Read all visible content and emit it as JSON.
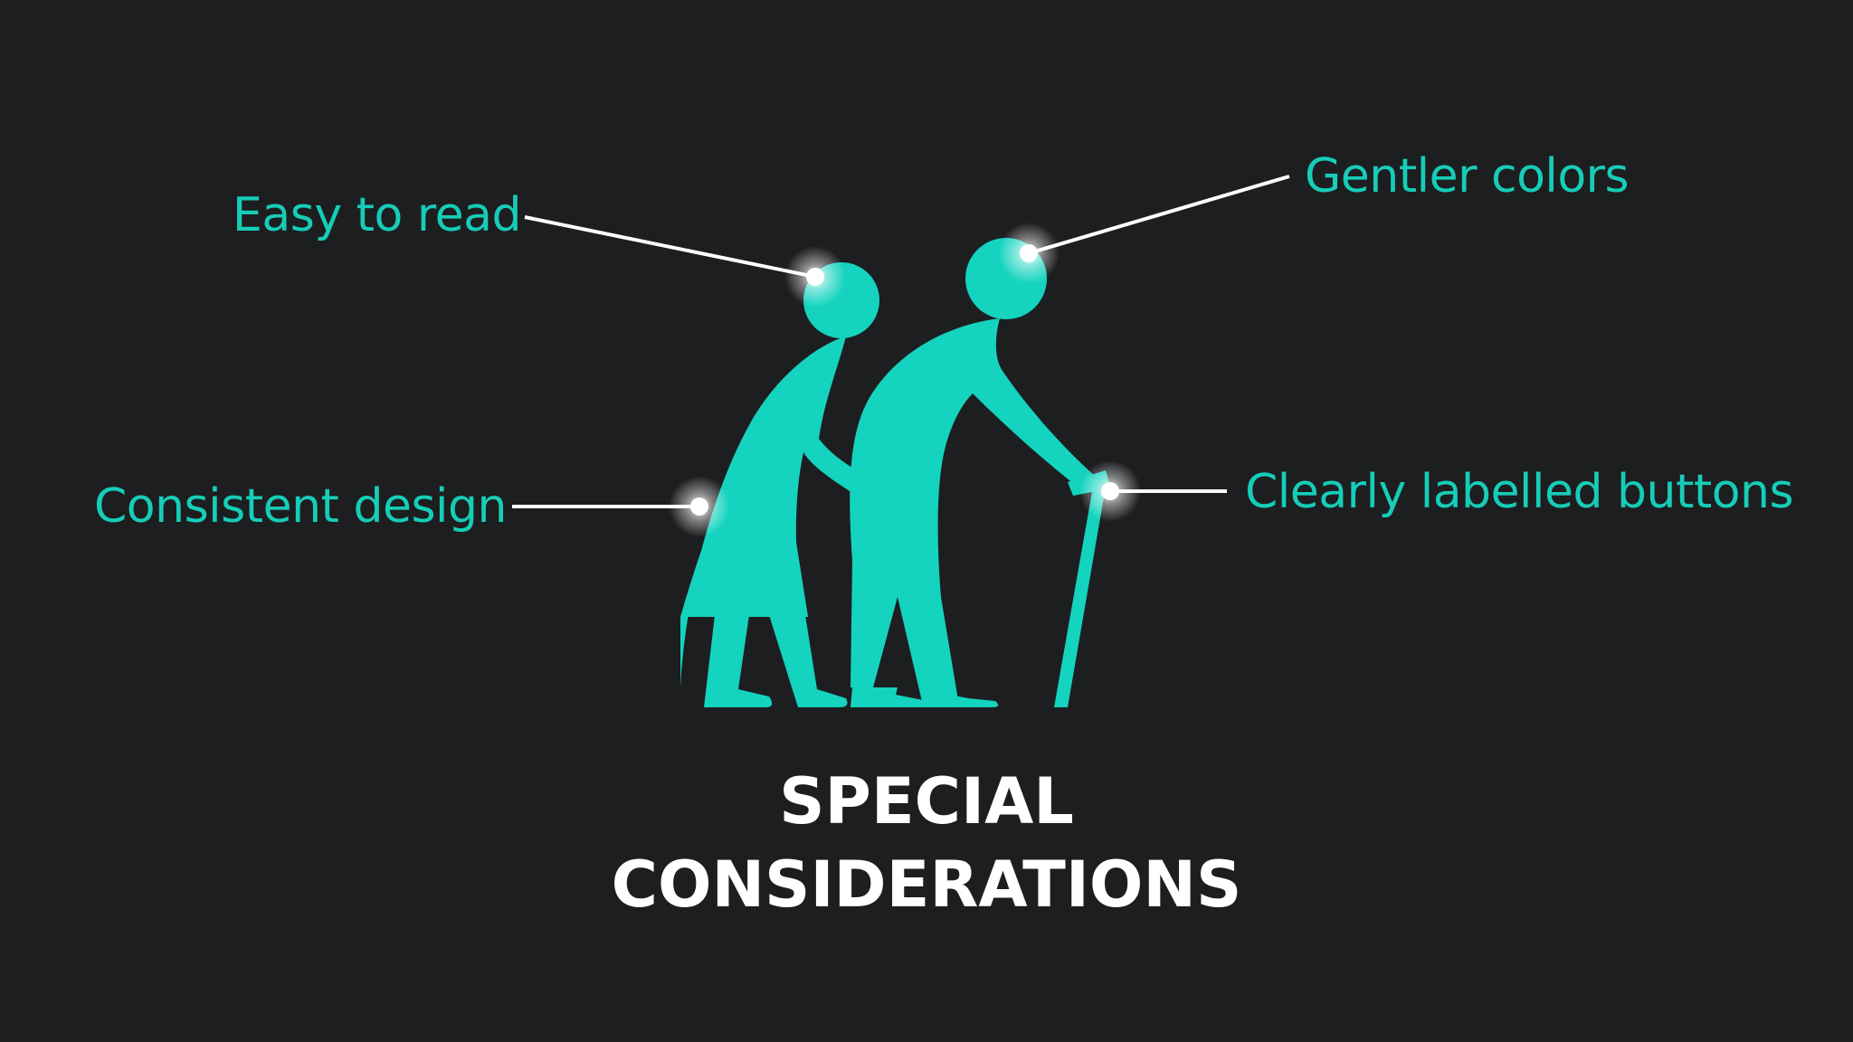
{
  "colors": {
    "background": "#1d1e20",
    "accent": "#14d3bf",
    "label": "#16cdb8",
    "title": "#ffffff",
    "connector": "#ffffff"
  },
  "figure": {
    "icon": "elderly-couple-walking-icon"
  },
  "callouts": {
    "easy_to_read": "Easy to read",
    "gentler_colors": "Gentler colors",
    "consistent_design": "Consistent design",
    "clearly_labelled_buttons": "Clearly labelled buttons"
  },
  "title": {
    "line1": "SPECIAL",
    "line2": "CONSIDERATIONS"
  }
}
